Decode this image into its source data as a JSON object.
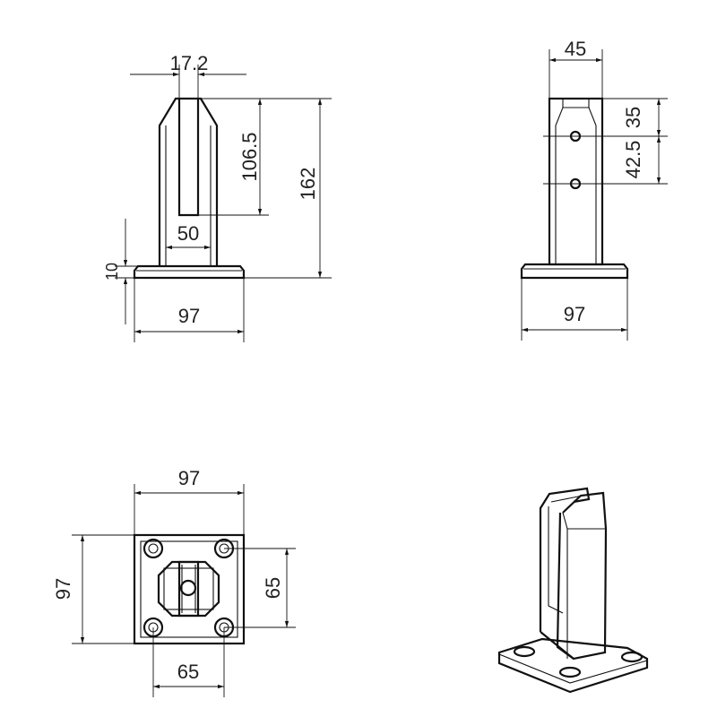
{
  "views": {
    "front": {
      "slot_width": "17.2",
      "slot_depth": "106.5",
      "total_height": "162",
      "post_width": "50",
      "base_thickness": "10",
      "base_width": "97"
    },
    "side": {
      "post_depth": "45",
      "hole_offset_top": "35",
      "hole_spacing": "42.5",
      "base_width": "97"
    },
    "top": {
      "plate_width": "97",
      "plate_height": "97",
      "hole_spacing_v": "65",
      "hole_spacing_h": "65"
    }
  },
  "colors": {
    "line": "#111111",
    "background": "#ffffff"
  }
}
